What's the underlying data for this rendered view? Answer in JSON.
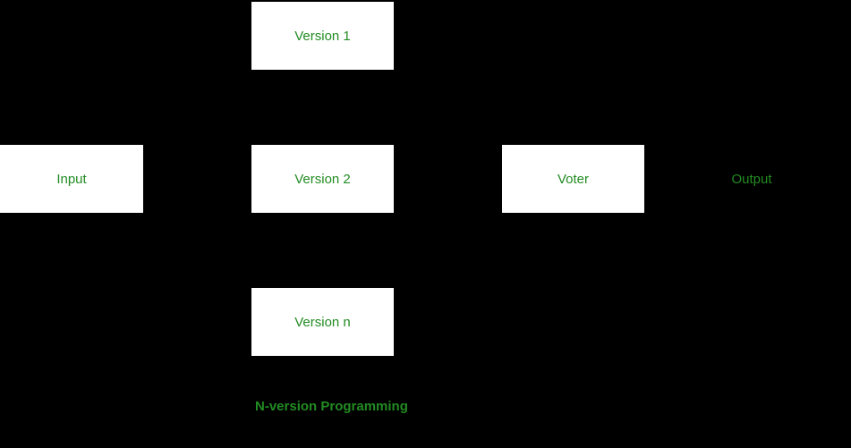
{
  "diagram": {
    "title": "N-version Programming",
    "background_color": "#000000",
    "box_background_color": "#ffffff",
    "text_color": "#228B22",
    "nodes": {
      "version1": {
        "label": "Version 1"
      },
      "input": {
        "label": "Input"
      },
      "version2": {
        "label": "Version 2"
      },
      "voter": {
        "label": "Voter"
      },
      "output": {
        "label": "Output"
      },
      "versionn": {
        "label": "Version n"
      }
    },
    "caption": {
      "text": "N-version Programming"
    }
  }
}
